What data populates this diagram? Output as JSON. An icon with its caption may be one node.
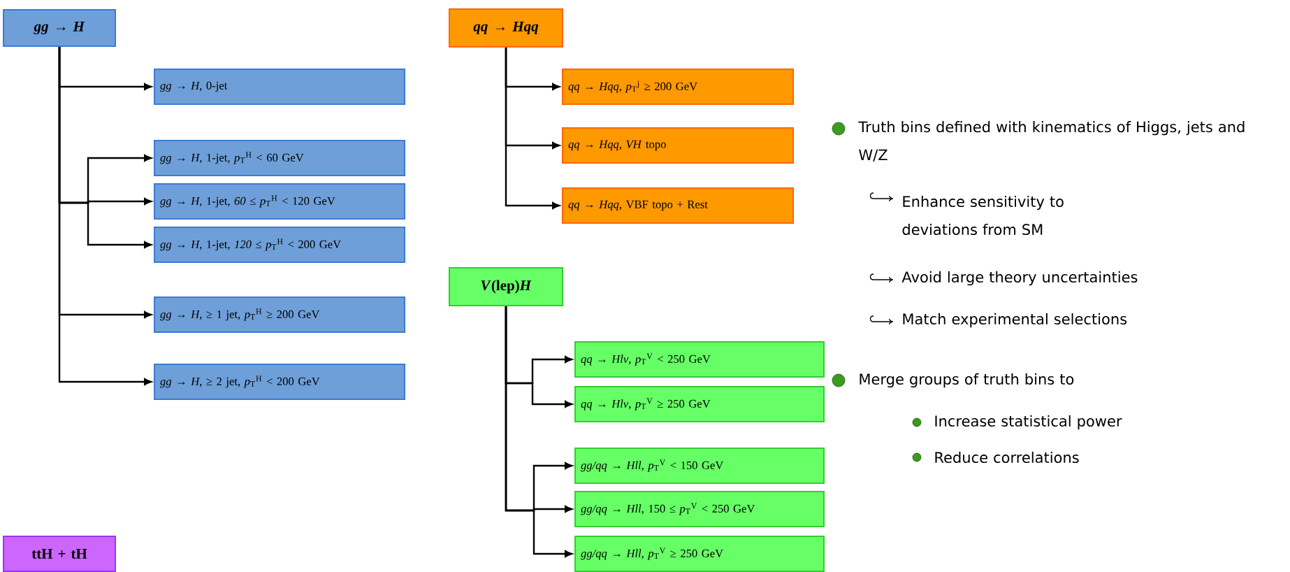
{
  "diagram": {
    "nodes": [
      {
        "text": [
          "*gg* → *H*"
        ]
      },
      {
        "text": [
          "*gg* → *H*, 0-jet"
        ]
      },
      {
        "text": [
          "*gg* → *H*, 1-jet, *p*$_{T}$$^{H}$ < 60 GeV"
        ]
      },
      {
        "text": [
          "*gg* → *H*, 1-jet, *60 ≤ p*$_{T}$$^{H}$ < 120 GeV"
        ]
      },
      {
        "text": [
          "*gg* → *H*, 1-jet, *120 ≤ p*$_{T}$$^{H}$ < 200 GeV"
        ]
      },
      {
        "text": [
          "*gg* → *H*, ≥ 1 jet, *p*$_{T}$$^{H}$ ≥ 200 GeV"
        ]
      },
      {
        "text": [
          "*gg* → *H*, ≥ 2 jet, *p*$_{T}$$^{H}$ < 200 GeV"
        ]
      },
      {
        "text": [
          "ttH + tH"
        ]
      },
      {
        "text": [
          "*qq → Hqq*"
        ]
      },
      {
        "text": [
          "*qq* → *Hqq*, *p*$_{T}$$^{j}$ ≥ 200 GeV"
        ]
      },
      {
        "text": [
          "*qq* → *Hqq*, *VH* topo"
        ]
      },
      {
        "text": [
          "*qq* → *Hqq*, VBF topo + Rest"
        ]
      },
      {
        "text": [
          "*V*(lep)*H*"
        ]
      },
      {
        "text": [
          "*qq* → *Hlv*, *p*$_{T}$$^{V}$ < 250 GeV"
        ]
      },
      {
        "text": [
          "*qq* → *Hlv*, *p*$_{T}$$^{V}$ ≥ 250 GeV"
        ]
      },
      {
        "text": [
          "*gg/qq* → *Hll*, *p*$_{T}$$^{V}$ < 150 GeV"
        ]
      },
      {
        "text": [
          "*gg/qq* → *Hll*, 150 ≤ *p*$_{T}$$^{V}$ < 250 GeV"
        ]
      },
      {
        "text": [
          "*gg/qq* → *Hll*, *p*$_{T}$$^{V}$ ≥ 250 GeV"
        ]
      }
    ],
    "edges": [
      {
        "from": 0,
        "to": 1,
        "arrow": "to"
      },
      {
        "from": 0,
        "to": 2,
        "arrow": "to"
      },
      {
        "from": 0,
        "to": 3,
        "arrow": "to"
      },
      {
        "from": 0,
        "to": 4,
        "arrow": "to"
      },
      {
        "from": 0,
        "to": 5,
        "arrow": "to"
      },
      {
        "from": 0,
        "to": 6,
        "arrow": "to"
      },
      {
        "from": 8,
        "to": 9,
        "arrow": "to"
      },
      {
        "from": 8,
        "to": 10,
        "arrow": "to"
      },
      {
        "from": 8,
        "to": 11,
        "arrow": "to"
      },
      {
        "from": 12,
        "to": 13,
        "arrow": "to"
      },
      {
        "from": 12,
        "to": 14,
        "arrow": "to"
      },
      {
        "from": 12,
        "to": 15,
        "arrow": "to"
      },
      {
        "from": 12,
        "to": 16,
        "arrow": "to"
      },
      {
        "from": 12,
        "to": 17,
        "arrow": "to"
      }
    ],
    "labels": [
      "Truth bins defined with kinematics of Higgs, jets and W/Z",
      "Enhance sensitivity to deviations from SM",
      "Avoid large theory uncertainties",
      "Match experimental selections",
      "Merge groups of truth bins to",
      "Increase statistical power",
      "Reduce correlations"
    ]
  }
}
